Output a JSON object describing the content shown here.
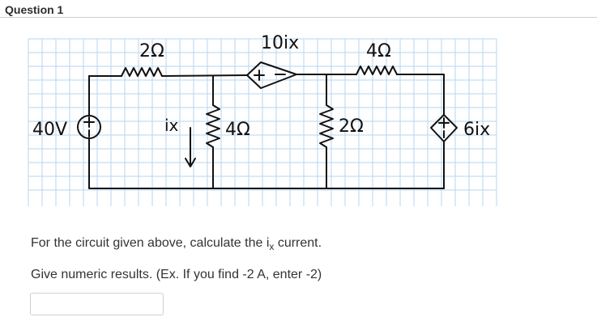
{
  "question": {
    "title": "Question 1",
    "prompt_before": "For the circuit given above, calculate the i",
    "prompt_sub": "x",
    "prompt_after": " current.",
    "instructions": "Give numeric results. (Ex. If you find -2 A, enter -2)",
    "answer_value": ""
  },
  "circuit": {
    "labels": {
      "r_top_left": "2Ω",
      "dep_source_top": "10ix",
      "r_top_right": "4Ω",
      "v_source": "40V",
      "ix_label": "ix",
      "r_mid_left": "4Ω",
      "r_mid_right": "2Ω",
      "dep_source_right": "6ix"
    },
    "colors": {
      "grid": "#b7d6ef",
      "ink": "#111111"
    }
  }
}
